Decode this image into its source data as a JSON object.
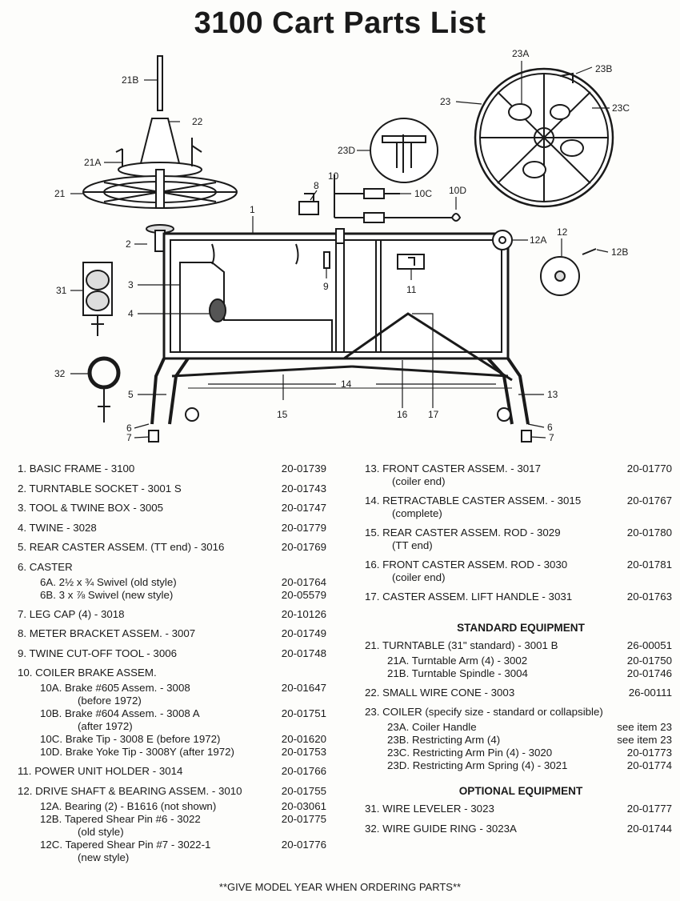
{
  "title": "3100 Cart Parts List",
  "diagram_labels": {
    "l21B": "21B",
    "l22": "22",
    "l21A": "21A",
    "l21": "21",
    "l2": "2",
    "l31": "31",
    "l3": "3",
    "l4": "4",
    "l32": "32",
    "l5": "5",
    "l6a": "6",
    "l7a": "7",
    "l1": "1",
    "l8": "8",
    "l10": "10",
    "l10C": "10C",
    "l10D": "10D",
    "l9": "9",
    "l11": "11",
    "l23D": "23D",
    "l23": "23",
    "l23A": "23A",
    "l23B": "23B",
    "l23C": "23C",
    "l12": "12",
    "l12A": "12A",
    "l12B": "12B",
    "l14": "14",
    "l15": "15",
    "l16": "16",
    "l17": "17",
    "l13": "13",
    "l6b": "6",
    "l7b": "7"
  },
  "left_parts": {
    "p1": {
      "label": "1. BASIC FRAME - 3100",
      "pn": "20-01739"
    },
    "p2": {
      "label": "2. TURNTABLE SOCKET - 3001 S",
      "pn": "20-01743"
    },
    "p3": {
      "label": "3. TOOL & TWINE BOX - 3005",
      "pn": "20-01747"
    },
    "p4": {
      "label": "4. TWINE - 3028",
      "pn": "20-01779"
    },
    "p5": {
      "label": "5. REAR CASTER ASSEM. (TT end) - 3016",
      "pn": "20-01769"
    },
    "p6": {
      "label": "6. CASTER"
    },
    "p6A": {
      "label": "6A. 2½ x ¾ Swivel (old style)",
      "pn": "20-01764"
    },
    "p6B": {
      "label": "6B. 3 x ⅞ Swivel (new style)",
      "pn": "20-05579"
    },
    "p7": {
      "label": "7. LEG CAP (4) - 3018",
      "pn": "20-10126"
    },
    "p8": {
      "label": "8. METER BRACKET ASSEM. - 3007",
      "pn": "20-01749"
    },
    "p9": {
      "label": "9. TWINE CUT-OFF TOOL - 3006",
      "pn": "20-01748"
    },
    "p10": {
      "label": "10. COILER BRAKE ASSEM."
    },
    "p10A": {
      "label": "10A. Brake #605 Assem. - 3008",
      "cont": "(before 1972)",
      "pn": "20-01647"
    },
    "p10B": {
      "label": "10B. Brake #604 Assem. - 3008 A",
      "cont": "(after 1972)",
      "pn": "20-01751"
    },
    "p10C": {
      "label": "10C. Brake Tip - 3008 E (before 1972)",
      "pn": "20-01620"
    },
    "p10D": {
      "label": "10D. Brake Yoke Tip - 3008Y (after 1972)",
      "pn": "20-01753"
    },
    "p11": {
      "label": "11. POWER UNIT HOLDER - 3014",
      "pn": "20-01766"
    },
    "p12": {
      "label": "12. DRIVE SHAFT & BEARING ASSEM. - 3010",
      "pn": "20-01755"
    },
    "p12A": {
      "label": "12A. Bearing (2) - B1616 (not shown)",
      "pn": "20-03061"
    },
    "p12B": {
      "label": "12B. Tapered Shear Pin #6 - 3022",
      "cont": "(old style)",
      "pn": "20-01775"
    },
    "p12C": {
      "label": "12C. Tapered Shear Pin #7 - 3022-1",
      "cont": "(new style)",
      "pn": "20-01776"
    }
  },
  "right_parts": {
    "p13": {
      "label": "13. FRONT CASTER ASSEM. - 3017",
      "cont": "(coiler end)",
      "pn": "20-01770"
    },
    "p14": {
      "label": "14. RETRACTABLE CASTER ASSEM. - 3015",
      "cont": "(complete)",
      "pn": "20-01767"
    },
    "p15": {
      "label": "15. REAR CASTER ASSEM. ROD - 3029",
      "cont": "(TT end)",
      "pn": "20-01780"
    },
    "p16": {
      "label": "16. FRONT CASTER ASSEM. ROD - 3030",
      "cont": "(coiler end)",
      "pn": "20-01781"
    },
    "p17": {
      "label": "17. CASTER ASSEM. LIFT HANDLE - 3031",
      "pn": "20-01763"
    },
    "standard_heading": "STANDARD EQUIPMENT",
    "p21": {
      "label": "21. TURNTABLE (31\" standard) - 3001 B",
      "pn": "26-00051"
    },
    "p21A": {
      "label": "21A. Turntable Arm (4) - 3002",
      "pn": "20-01750"
    },
    "p21B": {
      "label": "21B. Turntable Spindle - 3004",
      "pn": "20-01746"
    },
    "p22": {
      "label": "22. SMALL WIRE CONE - 3003",
      "pn": "26-00111"
    },
    "p23": {
      "label": "23. COILER (specify size - standard or collapsible)"
    },
    "p23A": {
      "label": "23A. Coiler Handle",
      "pn": "see item 23"
    },
    "p23B": {
      "label": "23B. Restricting Arm (4)",
      "pn": "see item 23"
    },
    "p23C": {
      "label": "23C. Restricting Arm Pin (4) - 3020",
      "pn": "20-01773"
    },
    "p23D": {
      "label": "23D. Restricting Arm Spring (4) - 3021",
      "pn": "20-01774"
    },
    "optional_heading": "OPTIONAL EQUIPMENT",
    "p31": {
      "label": "31. WIRE LEVELER - 3023",
      "pn": "20-01777"
    },
    "p32": {
      "label": "32. WIRE GUIDE RING - 3023A",
      "pn": "20-01744"
    }
  },
  "footer": "**GIVE MODEL YEAR WHEN ORDERING PARTS**"
}
